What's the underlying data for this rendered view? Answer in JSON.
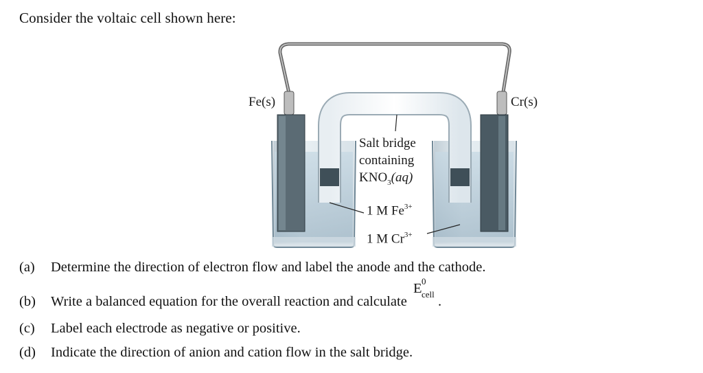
{
  "intro": "Consider the voltaic cell shown here:",
  "figure": {
    "left_electrode": "Fe(s)",
    "right_electrode": "Cr(s)",
    "salt_bridge_lines": [
      "Salt bridge",
      "containing"
    ],
    "kno3_main": "KNO",
    "kno3_sub": "3",
    "kno3_state": "(aq)",
    "fe_solution": "1 M Fe",
    "fe_charge": "3+",
    "cr_solution": "1 M Cr",
    "cr_charge": "3+"
  },
  "questions": [
    {
      "letter": "(a)",
      "text": "Determine the direction of electron flow and label the anode and the cathode."
    },
    {
      "letter": "(b)",
      "text": "Write a balanced equation for the overall reaction and calculate",
      "symbol": "E",
      "sup": "0",
      "sub": "cell",
      "end": "."
    },
    {
      "letter": "(c)",
      "text": "Label each electrode as negative or positive."
    },
    {
      "letter": "(d)",
      "text": "Indicate the direction of anion and cation flow in the salt bridge."
    }
  ]
}
